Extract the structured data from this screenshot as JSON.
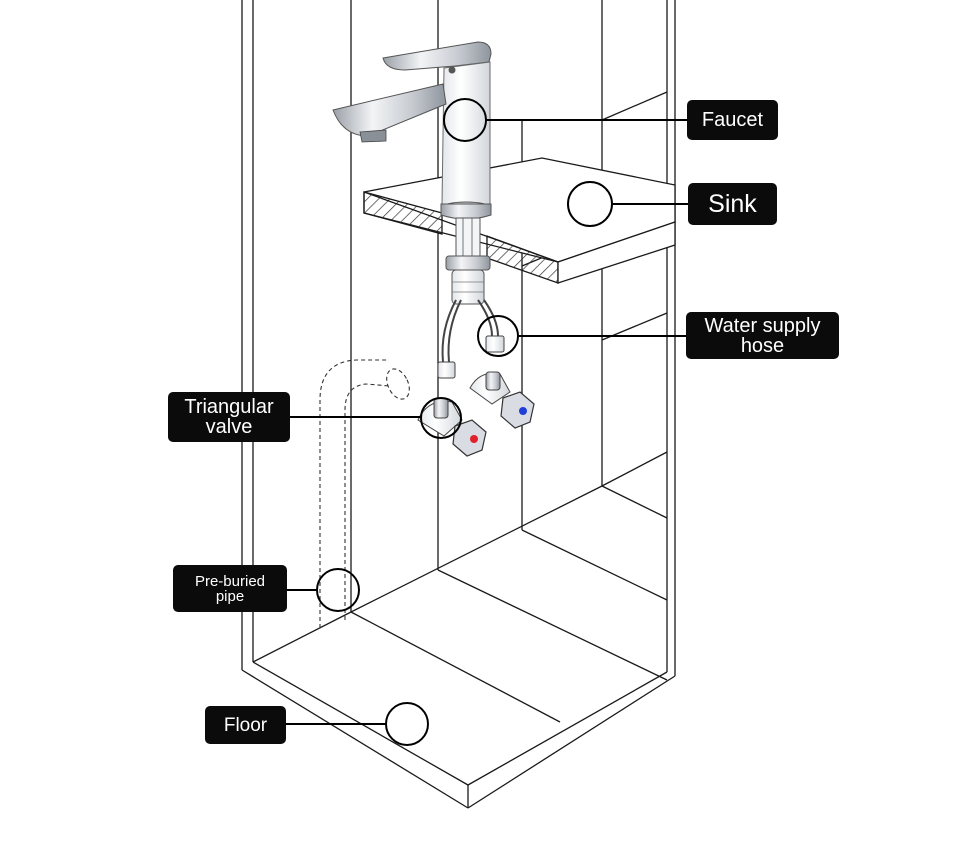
{
  "labels": {
    "faucet": "Faucet",
    "sink": "Sink",
    "water_supply_hose": [
      "Water supply",
      "hose"
    ],
    "triangular_valve": [
      "Triangular",
      "valve"
    ],
    "pre_buried_pipe": [
      "Pre-buried",
      "pipe"
    ],
    "floor": "Floor"
  },
  "colors": {
    "label_bg": "#0b0b0b",
    "label_text": "#ffffff",
    "line": "#000000",
    "hot_marker": "#e0202a",
    "cold_marker": "#1f3fd6",
    "valve_face": "#d9dde3"
  },
  "icons": [
    "callout-circle",
    "faucet",
    "triangular-valve",
    "supply-hose",
    "pre-buried-pipe"
  ]
}
